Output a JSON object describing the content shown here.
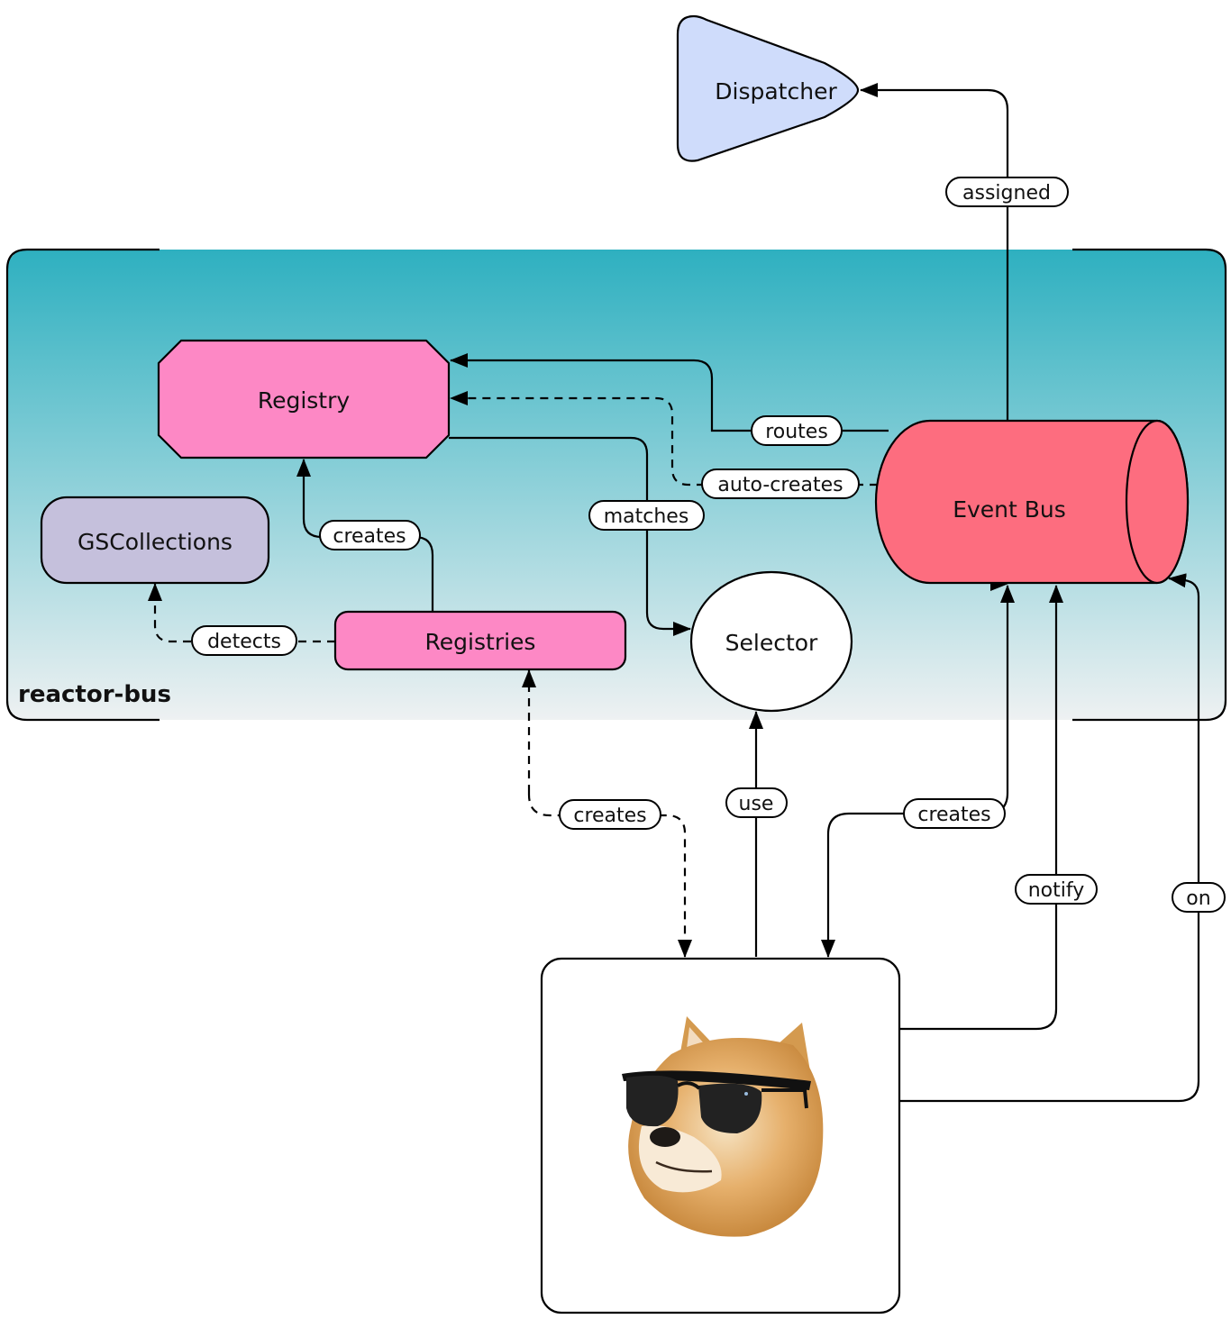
{
  "group": {
    "label": "reactor-bus"
  },
  "nodes": {
    "dispatcher": "Dispatcher",
    "registry": "Registry",
    "gscollections": "GSCollections",
    "registries": "Registries",
    "selector": "Selector",
    "event_bus": "Event Bus",
    "client_image": "doge-with-sunglasses"
  },
  "edges": {
    "assigned": "assigned",
    "routes": "routes",
    "auto_creates": "auto-creates",
    "matches": "matches",
    "creates_registry": "creates",
    "detects": "detects",
    "creates_registries": "creates",
    "use": "use",
    "creates_event_bus": "creates",
    "notify": "notify",
    "on": "on"
  },
  "colors": {
    "group_top": "#2eb0c0",
    "group_bottom": "#eef1f2",
    "dispatcher": "#cfdcfb",
    "registry": "#fd88c5",
    "registries": "#fd88c5",
    "gscollections": "#c5c0dc",
    "event_bus": "#fd6d7f",
    "selector": "#ffffff"
  }
}
